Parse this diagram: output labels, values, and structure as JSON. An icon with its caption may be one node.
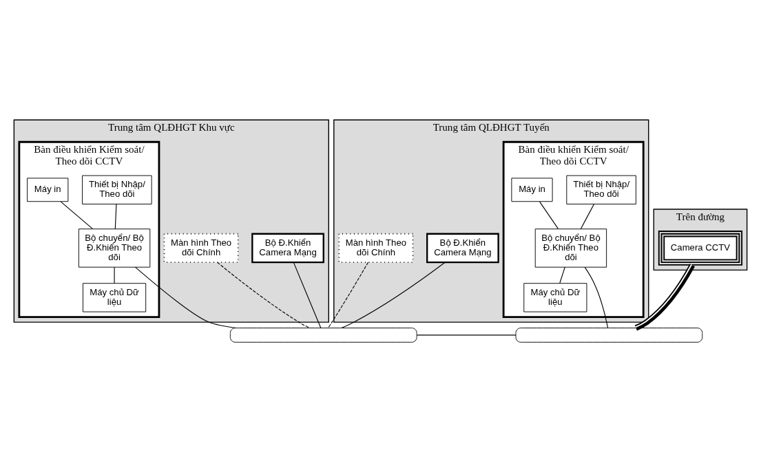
{
  "diagram": {
    "nodes": [
      {
        "text": [
          "Trung tâm QLĐHGT Khu vực"
        ]
      },
      {
        "text": [
          "Bàn điều khiển Kiểm soát/ Theo dõi CCTV"
        ],
        "in": 0
      },
      {
        "text": [
          "Thiết bị Nhập/ Theo dõi"
        ],
        "in": 1
      },
      {
        "text": [
          "Máy in"
        ],
        "in": 1
      },
      {
        "text": [
          "Bộ chuyển/ Bộ Đ.Khiển Theo dõi"
        ],
        "in": 1
      },
      {
        "text": [
          "Máy chủ Dữ liệu"
        ],
        "in": 1
      },
      {
        "text": [
          "Màn hình Theo dõi Chính"
        ],
        "in": 0
      },
      {
        "text": [
          "Bộ Đ.Khiển Camera Mạng"
        ],
        "in": 0
      },
      {
        "text": [
          "Trung tâm QLĐHGT Tuyến"
        ]
      },
      {
        "text": [
          "Bàn điều khiển Kiểm soát/ Theo dõi CCTV"
        ],
        "in": 8
      },
      {
        "text": [
          "Thiết bị Nhập/ Theo dõi"
        ],
        "in": 9
      },
      {
        "text": [
          "Máy in"
        ],
        "in": 9
      },
      {
        "text": [
          "Bộ chuyển/ Bộ Đ.Khiển Theo dõi"
        ],
        "in": 9
      },
      {
        "text": [
          "Máy chủ Dữ liệu"
        ],
        "in": 9
      },
      {
        "text": [
          "Màn hình Theo dõi Chính"
        ],
        "in": 8
      },
      {
        "text": [
          "Bộ Đ.Khiển Camera Mạng"
        ],
        "in": 8
      },
      {
        "text": [
          "Trên đường"
        ]
      },
      {
        "text": [
          "Camera CCTV"
        ],
        "in": 16
      },
      {
        "text": [],
        "shape": "bar"
      },
      {
        "text": [],
        "shape": "bar"
      }
    ],
    "edges": [
      {
        "from": 2,
        "to": 4,
        "arrow": "none"
      },
      {
        "from": 3,
        "to": 4,
        "arrow": "none"
      },
      {
        "from": 4,
        "to": 5,
        "arrow": "none"
      },
      {
        "from": 4,
        "to": 18,
        "arrow": "none"
      },
      {
        "from": 6,
        "to": 18,
        "arrow": "none",
        "style": "dashed"
      },
      {
        "from": 7,
        "to": 18,
        "arrow": "none"
      },
      {
        "from": 10,
        "to": 12,
        "arrow": "none"
      },
      {
        "from": 11,
        "to": 12,
        "arrow": "none"
      },
      {
        "from": 12,
        "to": 13,
        "arrow": "none"
      },
      {
        "from": 12,
        "to": 19,
        "arrow": "none"
      },
      {
        "from": 14,
        "to": 18,
        "arrow": "none",
        "style": "dashed"
      },
      {
        "from": 15,
        "to": 18,
        "arrow": "none"
      },
      {
        "from": 18,
        "to": 19,
        "arrow": "none"
      },
      {
        "from": 17,
        "to": 19,
        "arrow": "none",
        "style": "thick"
      }
    ]
  }
}
